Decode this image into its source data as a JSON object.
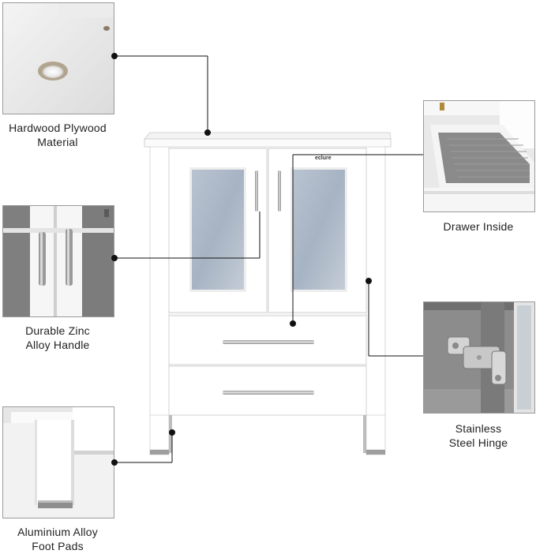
{
  "product": {
    "brand_logo": "eclure",
    "color": "#ffffff"
  },
  "callouts": {
    "plywood": {
      "line1": "Hardwood Plywood",
      "line2": "Material"
    },
    "handle": {
      "line1": "Durable Zinc",
      "line2": "Alloy Handle"
    },
    "feet": {
      "line1": "Aluminium Alloy",
      "line2": "Foot Pads"
    },
    "drawer": {
      "line1": "Drawer Inside"
    },
    "hinge": {
      "line1": "Stainless",
      "line2": "Steel Hinge"
    }
  },
  "colors": {
    "leader_line": "#111111",
    "frame_border": "#9a9a9a",
    "glass": "#a8b6c6"
  }
}
